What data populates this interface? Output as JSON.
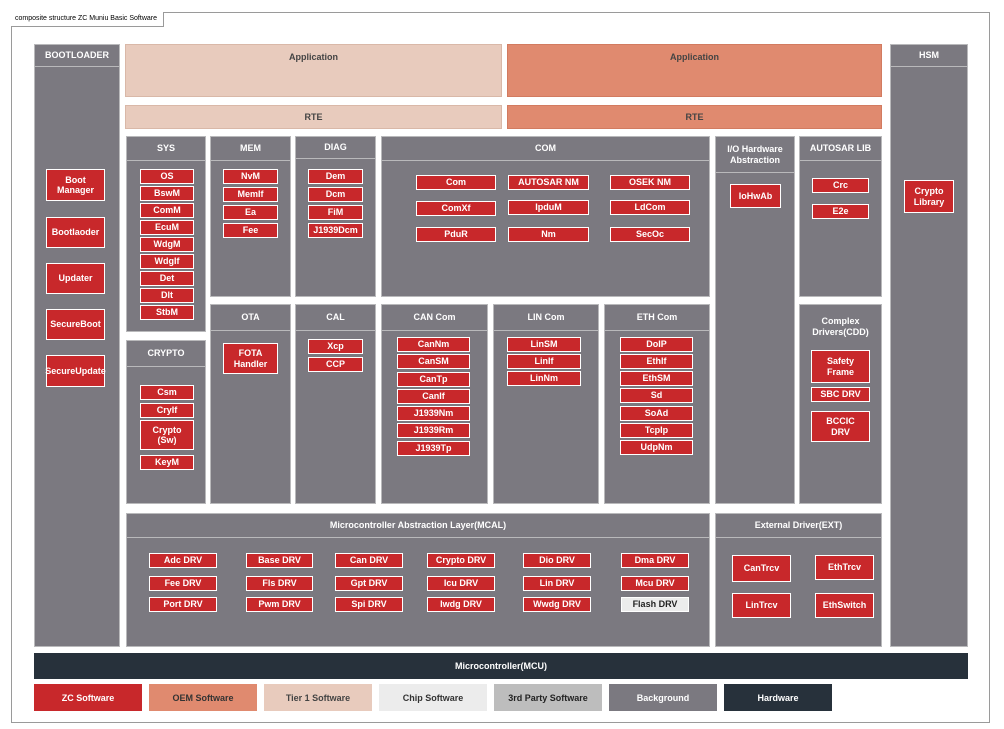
{
  "frame_title": "composite structure ZC Muniu Basic Software",
  "colors": {
    "zc": "#c8282b",
    "oem": "#e08a6f",
    "tier1": "#e8cbbd",
    "chip": "#ececec",
    "third": "#bdbdbd",
    "background": "#7b7980",
    "hardware": "#27313b"
  },
  "bootloader": {
    "title": "BOOTLOADER",
    "items": [
      "Boot\nManager",
      "Bootlaoder",
      "Updater",
      "SecureBoot",
      "SecureUpdate"
    ]
  },
  "hsm": {
    "title": "HSM",
    "items": [
      "Crypto\nLibrary"
    ]
  },
  "app_tier1": "Application",
  "app_oem": "Application",
  "rte_tier1": "RTE",
  "rte_oem": "RTE",
  "sys": {
    "title": "SYS",
    "items": [
      "OS",
      "BswM",
      "ComM",
      "EcuM",
      "WdgM",
      "WdgIf",
      "Det",
      "Dlt",
      "StbM"
    ]
  },
  "mem": {
    "title": "MEM",
    "items": [
      "NvM",
      "MemIf",
      "Ea",
      "Fee"
    ]
  },
  "diag": {
    "title": "DIAG",
    "items": [
      "Dem",
      "Dcm",
      "FiM",
      "J1939Dcm"
    ]
  },
  "com": {
    "title": "COM",
    "items": [
      "Com",
      "AUTOSAR NM",
      "OSEK NM",
      "ComXf",
      "IpduM",
      "LdCom",
      "PduR",
      "Nm",
      "SecOc"
    ]
  },
  "iohw": {
    "title": "I/O Hardware\nAbstraction",
    "items": [
      "IoHwAb"
    ]
  },
  "autosar_lib": {
    "title": "AUTOSAR LIB",
    "items": [
      "Crc",
      "E2e"
    ]
  },
  "crypto": {
    "title": "CRYPTO",
    "items": [
      "Csm",
      "CryIf",
      "Crypto\n(Sw)",
      "KeyM"
    ]
  },
  "ota": {
    "title": "OTA",
    "items": [
      "FOTA\nHandler"
    ]
  },
  "cal": {
    "title": "CAL",
    "items": [
      "Xcp",
      "CCP"
    ]
  },
  "can_com": {
    "title": "CAN Com",
    "items": [
      "CanNm",
      "CanSM",
      "CanTp",
      "CanIf",
      "J1939Nm",
      "J1939Rm",
      "J1939Tp"
    ]
  },
  "lin_com": {
    "title": "LIN Com",
    "items": [
      "LinSM",
      "LinIf",
      "LinNm"
    ]
  },
  "eth_com": {
    "title": "ETH Com",
    "items": [
      "DoIP",
      "EthIf",
      "EthSM",
      "Sd",
      "SoAd",
      "TcpIp",
      "UdpNm"
    ]
  },
  "cdd": {
    "title": "Complex\nDrivers(CDD)",
    "items": [
      "Safety\nFrame",
      "SBC DRV",
      "BCCIC\nDRV"
    ]
  },
  "mcal": {
    "title": "Microcontroller Abstraction Layer(MCAL)",
    "items": [
      "Adc DRV",
      "Base DRV",
      "Can DRV",
      "Crypto DRV",
      "Dio DRV",
      "Dma DRV",
      "Fee DRV",
      "Fls DRV",
      "Gpt DRV",
      "Icu DRV",
      "Lin DRV",
      "Mcu DRV",
      "Port DRV",
      "Pwm DRV",
      "Spi DRV",
      "Iwdg DRV",
      "Wwdg DRV",
      "Flash DRV"
    ]
  },
  "ext": {
    "title": "External Driver(EXT)",
    "items": [
      "CanTrcv",
      "EthTrcv",
      "LinTrcv",
      "EthSwitch"
    ]
  },
  "mcu": "Microcontroller(MCU)",
  "legend": [
    "ZC Software",
    "OEM Software",
    "Tier 1 Software",
    "Chip Software",
    "3rd Party Software",
    "Background",
    "Hardware"
  ]
}
